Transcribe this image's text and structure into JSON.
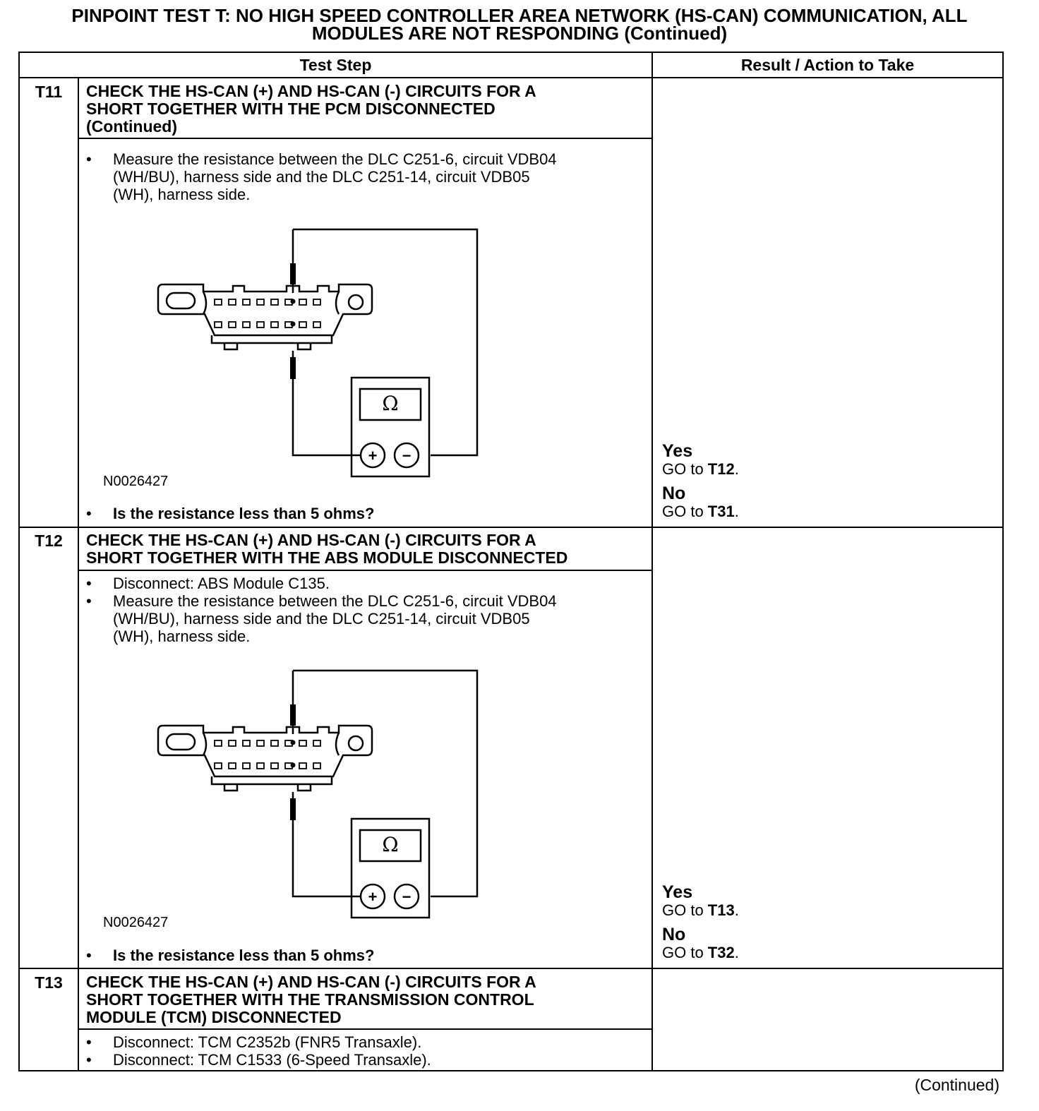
{
  "title": {
    "line1": "PINPOINT TEST T: NO HIGH SPEED CONTROLLER AREA NETWORK (HS-CAN) COMMUNICATION, ALL",
    "line2": "MODULES ARE NOT RESPONDING (Continued)"
  },
  "table": {
    "col_test_step": "Test Step",
    "col_result": "Result / Action to Take"
  },
  "steps": [
    {
      "id": "T11",
      "title": [
        "CHECK THE HS-CAN (+) AND HS-CAN (-) CIRCUITS FOR A",
        "SHORT TOGETHER WITH THE PCM DISCONNECTED",
        "(Continued)"
      ],
      "bullets": [
        {
          "lines": [
            "Measure the resistance between the DLC C251-6, circuit VDB04",
            "(WH/BU), harness side and the DLC C251-14, circuit VDB05",
            "(WH), harness side."
          ]
        }
      ],
      "figure_id": "N0026427",
      "question": "Is the resistance less than 5 ohms?",
      "yes_label": "Yes",
      "yes_prefix": "GO to ",
      "yes_target": "T12",
      "no_label": "No",
      "no_prefix": "GO to ",
      "no_target": "T31"
    },
    {
      "id": "T12",
      "title": [
        "CHECK THE HS-CAN (+) AND HS-CAN (-) CIRCUITS FOR A",
        "SHORT TOGETHER WITH THE ABS MODULE DISCONNECTED"
      ],
      "bullets": [
        {
          "lines": [
            "Disconnect: ABS Module C135."
          ]
        },
        {
          "lines": [
            "Measure the resistance between the DLC C251-6, circuit VDB04",
            "(WH/BU), harness side and the DLC C251-14, circuit VDB05",
            "(WH), harness side."
          ]
        }
      ],
      "figure_id": "N0026427",
      "question": "Is the resistance less than 5 ohms?",
      "yes_label": "Yes",
      "yes_prefix": "GO to ",
      "yes_target": "T13",
      "no_label": "No",
      "no_prefix": "GO to ",
      "no_target": "T32"
    },
    {
      "id": "T13",
      "title": [
        "CHECK THE HS-CAN (+) AND HS-CAN (-) CIRCUITS FOR A",
        "SHORT TOGETHER WITH THE TRANSMISSION CONTROL",
        "MODULE (TCM) DISCONNECTED"
      ],
      "bullets": [
        {
          "lines": [
            "Disconnect: TCM C2352b (FNR5 Transaxle)."
          ]
        },
        {
          "lines": [
            "Disconnect: TCM C1533 (6-Speed Transaxle)."
          ]
        }
      ]
    }
  ],
  "figure": {
    "meter_symbol": "Ω",
    "plus": "+",
    "minus": "−"
  },
  "bullet_char": "•",
  "footer": "(Continued)"
}
